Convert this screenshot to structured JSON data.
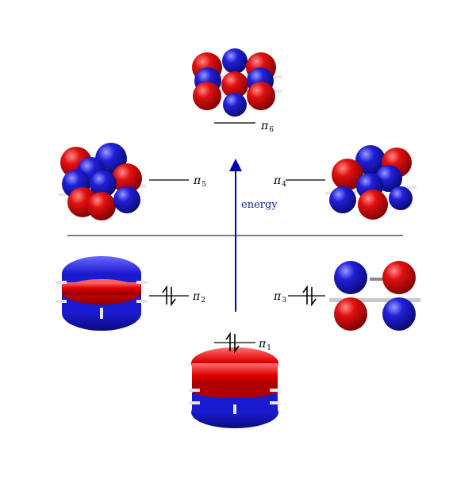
{
  "axis": {
    "label": "energy",
    "color": "#0000b0"
  },
  "colors": {
    "lobe_red": "#d40000",
    "lobe_blue": "#1c1cd0",
    "line": "#000000",
    "hydrogen": "#e6e6e6"
  },
  "orbitals": [
    {
      "id": "pi6",
      "symbol": "π",
      "index": "6",
      "electrons": 0
    },
    {
      "id": "pi5",
      "symbol": "π",
      "index": "5",
      "electrons": 0
    },
    {
      "id": "pi4",
      "symbol": "π",
      "index": "4",
      "electrons": 0
    },
    {
      "id": "pi2",
      "symbol": "π",
      "index": "2",
      "electrons": 2
    },
    {
      "id": "pi3",
      "symbol": "π",
      "index": "3",
      "electrons": 2
    },
    {
      "id": "pi1",
      "symbol": "π",
      "index": "1",
      "electrons": 2
    }
  ]
}
